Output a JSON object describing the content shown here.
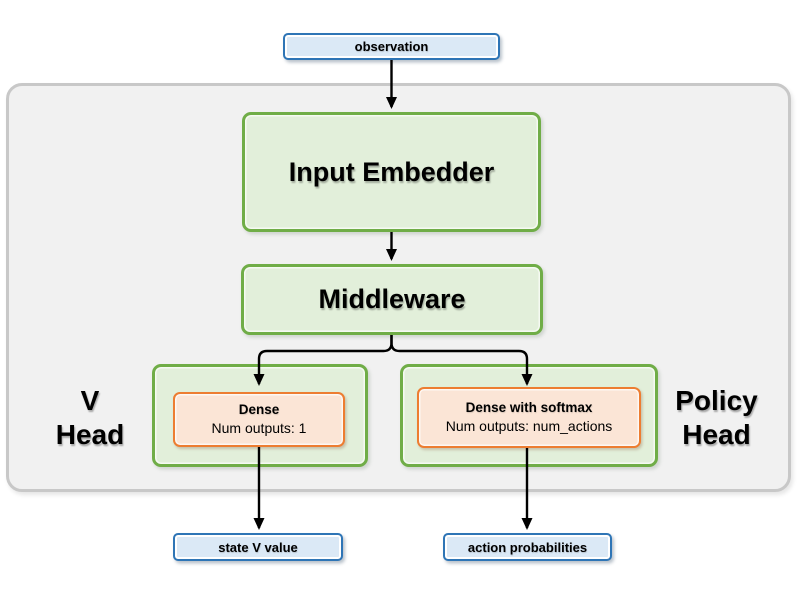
{
  "nodes": {
    "observation": "observation",
    "input_embedder": "Input Embedder",
    "middleware": "Middleware",
    "v_head_line1": "V",
    "v_head_line2": "Head",
    "v_dense_title": "Dense",
    "v_dense_subtitle": "Num outputs: 1",
    "policy_head_line1": "Policy",
    "policy_head_line2": "Head",
    "policy_dense_title": "Dense with softmax",
    "policy_dense_subtitle": "Num outputs: num_actions",
    "state_v_value": "state V value",
    "action_probabilities": "action probabilities"
  },
  "colors": {
    "io_fill": "#dbe9f6",
    "io_border": "#2e75b6",
    "block_fill": "#e2efda",
    "block_border": "#70ad47",
    "dense_fill": "#fbe5d6",
    "dense_border": "#ed7d31",
    "panel_fill": "#f1f1f1",
    "panel_border": "#c8c8c8",
    "arrow": "#000000"
  }
}
